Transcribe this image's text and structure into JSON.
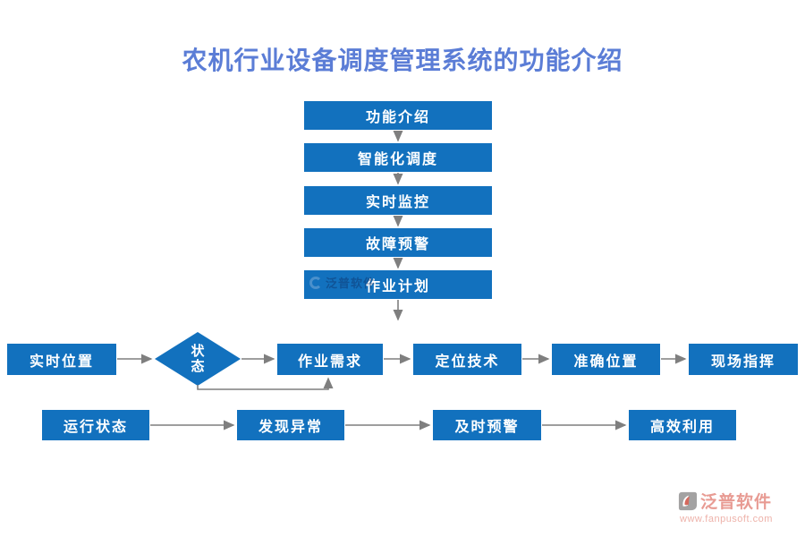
{
  "title": {
    "text": "农机行业设备调度管理系统的功能介绍"
  },
  "diagram": {
    "chain": [
      "功能介绍",
      "智能化调度",
      "实时监控",
      "故障预警",
      "作业计划"
    ],
    "row2": [
      "实时位置",
      "状态",
      "作业需求",
      "定位技术",
      "准确位置",
      "现场指挥"
    ],
    "row3": [
      "运行状态",
      "发现异常",
      "及时预警",
      "高效利用"
    ]
  },
  "watermark": {
    "brand": "泛普软件",
    "url": "www.fanpusoft.com"
  },
  "embedded_watermark": {
    "brand": "泛普软件"
  },
  "colors": {
    "node_fill": "#1271BE",
    "node_text": "#FFFFFF",
    "title_text": "#5B7DD6",
    "arrow": "#7F7F7F",
    "watermark_brand": "#E89B93",
    "watermark_url": "#EEB2AA"
  }
}
